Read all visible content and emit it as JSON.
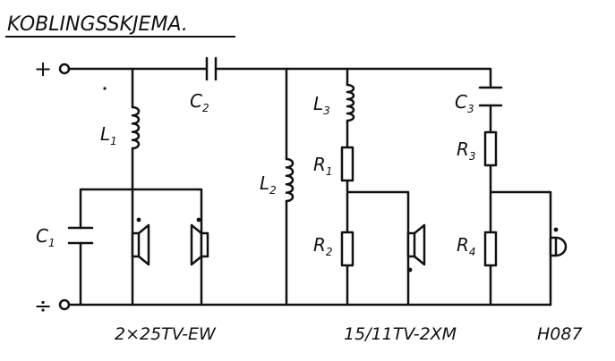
{
  "title": "KOBLINGSSKJEMA.",
  "terminals": {
    "plus": "+",
    "minus": "÷"
  },
  "components": {
    "C1": {
      "letter": "C",
      "sub": "1"
    },
    "C2": {
      "letter": "C",
      "sub": "2"
    },
    "C3": {
      "letter": "C",
      "sub": "3"
    },
    "L1": {
      "letter": "L",
      "sub": "1"
    },
    "L2": {
      "letter": "L",
      "sub": "2"
    },
    "L3": {
      "letter": "L",
      "sub": "3"
    },
    "R1": {
      "letter": "R",
      "sub": "1"
    },
    "R2": {
      "letter": "R",
      "sub": "2"
    },
    "R3": {
      "letter": "R",
      "sub": "3"
    },
    "R4": {
      "letter": "R",
      "sub": "4"
    }
  },
  "models": {
    "woofers": "2×25TV-EW",
    "midrange": "15/11TV-2XM",
    "tweeter": "H087"
  }
}
